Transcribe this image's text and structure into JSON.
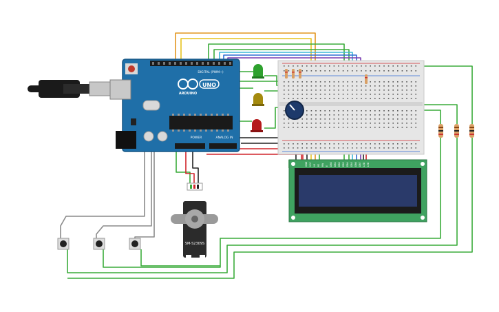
{
  "arduino": {
    "logo_text": "ARDUINO",
    "model_text": "UNO",
    "digital_label": "DIGITAL (PWM~)",
    "power_label": "POWER",
    "analog_label": "ANALOG IN",
    "board_color": "#1f6fa8"
  },
  "servo": {
    "label": "SM-S2309S"
  },
  "lcd": {
    "pins": [
      "GND",
      "VCC",
      "V0",
      "RS",
      "RW",
      "E",
      "DB0",
      "DB1",
      "DB2",
      "DB3",
      "DB4",
      "DB5",
      "DB6",
      "DB7",
      "LED",
      "LED"
    ],
    "screen_color": "#2a3a6a",
    "pcb_color": "#3fa260"
  },
  "leds": [
    "#2ea12e",
    "#a48a0e",
    "#b51b1b"
  ],
  "wire_colors": {
    "green": "#3aab3a",
    "orange": "#e2951f",
    "yellow": "#e6c21d",
    "cyan": "#3cb7d6",
    "blue": "#2f6bd4",
    "purple": "#7a3db0",
    "red": "#d1242a",
    "black": "#222222",
    "gray": "#8a8a8a"
  }
}
